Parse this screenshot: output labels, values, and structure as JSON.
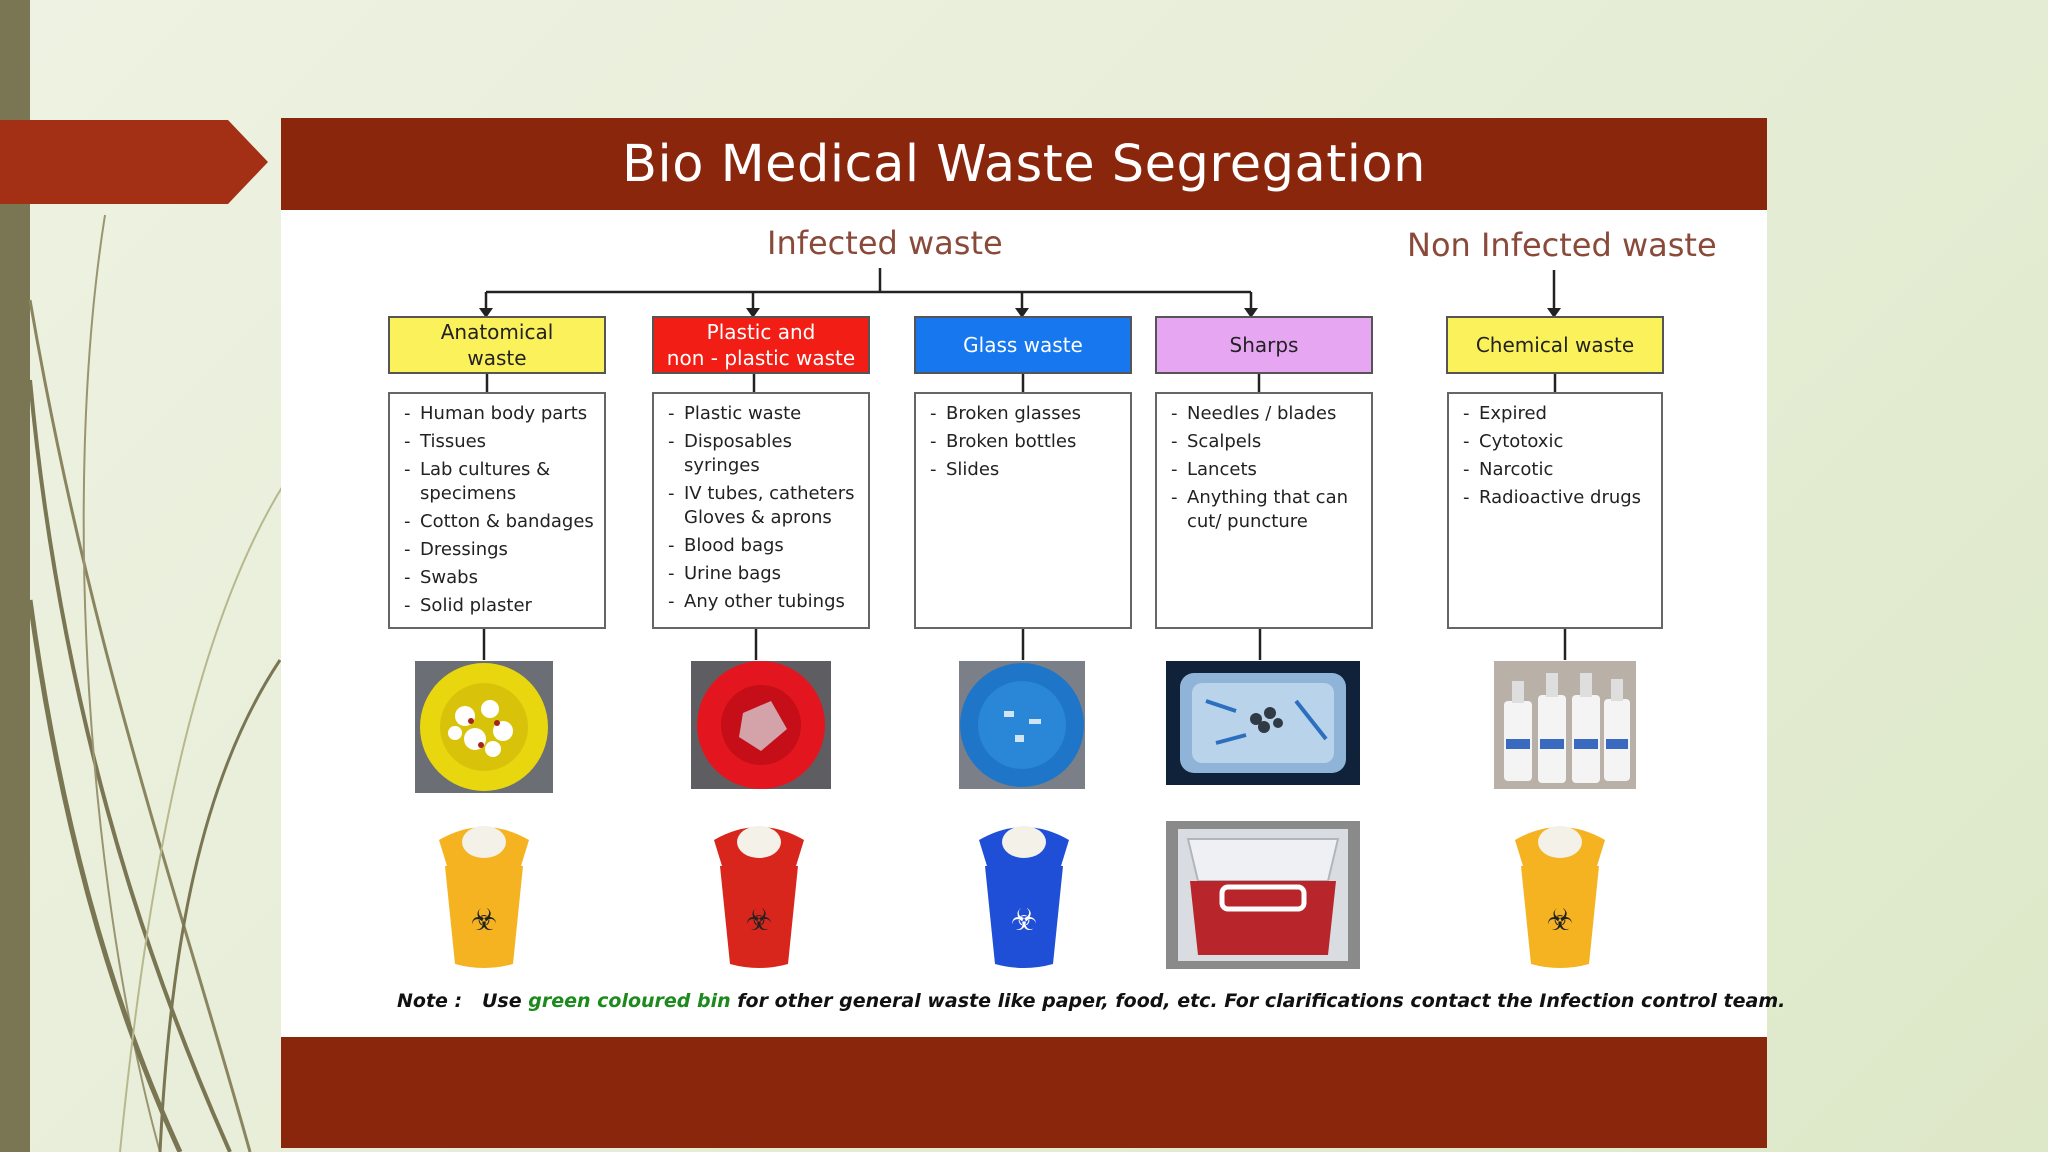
{
  "title": "Bio Medical Waste Segregation",
  "groups": {
    "infected": "Infected waste",
    "non_infected": "Non Infected waste"
  },
  "categories": [
    {
      "id": "anatomical",
      "label_line1": "Anatomical",
      "label_line2": "waste",
      "color": "#fbf15a",
      "text_color": "#222222",
      "items": [
        "Human body parts",
        "Tissues",
        "Lab cultures & specimens",
        "Cotton & bandages",
        "Dressings",
        "Swabs",
        "Solid plaster"
      ]
    },
    {
      "id": "plastic",
      "label_line1": "Plastic and",
      "label_line2": "non - plastic waste",
      "color": "#f21e16",
      "text_color": "#ffffff",
      "items": [
        "Plastic waste",
        "Disposables syringes",
        "IV tubes, catheters Gloves & aprons",
        "Blood bags",
        "Urine bags",
        "Any other tubings"
      ]
    },
    {
      "id": "glass",
      "label_line1": "Glass waste",
      "label_line2": "",
      "color": "#1677ee",
      "text_color": "#ffffff",
      "items": [
        "Broken glasses",
        "Broken bottles",
        "Slides"
      ]
    },
    {
      "id": "sharps",
      "label_line1": "Sharps",
      "label_line2": "",
      "color": "#e7a6f2",
      "text_color": "#222222",
      "items": [
        "Needles / blades",
        "Scalpels",
        "Lancets",
        "Anything that can cut/ puncture"
      ]
    },
    {
      "id": "chemical",
      "label_line1": "Chemical waste",
      "label_line2": "",
      "color": "#fbf15a",
      "text_color": "#222222",
      "items": [
        "Expired",
        "Cytotoxic",
        "Narcotic",
        "Radioactive drugs"
      ]
    }
  ],
  "note": {
    "prefix": "Note :",
    "text_before": "Use",
    "highlight": "green coloured bin",
    "text_after": "for other general waste like paper, food, etc. For clarifications contact the Infection control team."
  },
  "colors": {
    "title_bar": "#8a260c",
    "yellow_bin": "#f5b321",
    "red_bin": "#d8261c",
    "blue_bin": "#1f4fd6",
    "highlight_green": "#1d8a1d"
  }
}
